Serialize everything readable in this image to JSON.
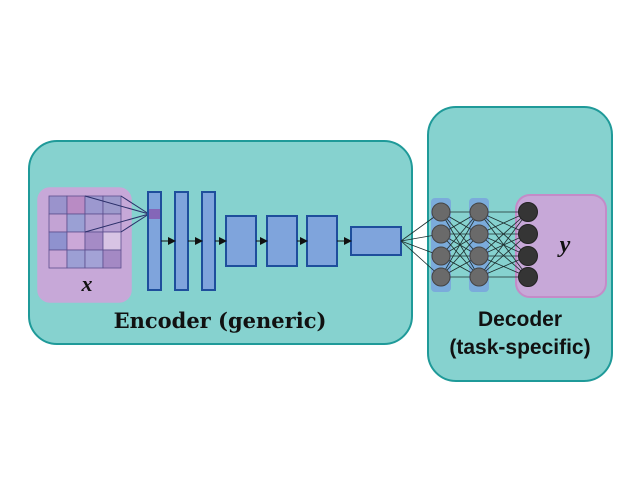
{
  "encoder": {
    "label": "Encoder (generic)",
    "input_label": "x",
    "input_grid": {
      "rows": 4,
      "cols": 4,
      "cell_colors": [
        [
          "#9a93cc",
          "#b98bc4",
          "#9c98cf",
          "#9d9acc"
        ],
        [
          "#c3a3d4",
          "#9aa0d4",
          "#b39fd2",
          "#b7a0d3"
        ],
        [
          "#8f92cf",
          "#cba8d8",
          "#a58bc6",
          "#d8c4e4"
        ],
        [
          "#c6a5d6",
          "#9c9fd4",
          "#a3a2d6",
          "#a489c4"
        ]
      ]
    },
    "layer_count_thin": 3,
    "layer_count_block": 3,
    "has_latent_block": true
  },
  "decoder": {
    "label_line1": "Decoder",
    "label_line2": "(task-specific)",
    "output_label": "y",
    "hidden_layers": 2,
    "nodes_per_layer": 4,
    "output_nodes": 4
  },
  "colors": {
    "panel_fill": "#86d2cf",
    "panel_stroke": "#1f9a99",
    "io_fill": "#c7a8d8",
    "io_stroke": "#c48bc8",
    "layer_fill": "#7fa4dc",
    "layer_stroke": "#1e4e9c",
    "highlight_cell": "#8466b8",
    "hidden_node": "#6a6a6a",
    "output_node": "#353535",
    "layer_highlight": "#7aa6dc",
    "arrow": "#111111",
    "edge": "#1c2c2c",
    "text": "#111111"
  }
}
